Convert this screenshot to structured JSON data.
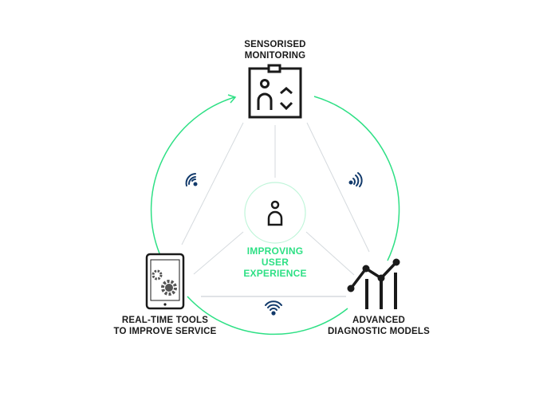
{
  "nodes": {
    "top": {
      "line1": "SENSORISED",
      "line2": "MONITORING",
      "icon": "monitoring-board-icon"
    },
    "left": {
      "line1": "REAL-TIME TOOLS",
      "line2": "TO IMPROVE SERVICE",
      "icon": "tablet-gears-icon"
    },
    "right": {
      "line1": "ADVANCED",
      "line2": "DIAGNOSTIC MODELS",
      "icon": "line-bar-chart-icon"
    },
    "center": {
      "line1": "IMPROVING",
      "line2": "USER",
      "line3": "EXPERIENCE",
      "icon": "user-icon"
    }
  },
  "colors": {
    "green": "#2ee085",
    "dark": "#1a1a1a",
    "signal": "#123a6b",
    "line": "#d5dade"
  }
}
